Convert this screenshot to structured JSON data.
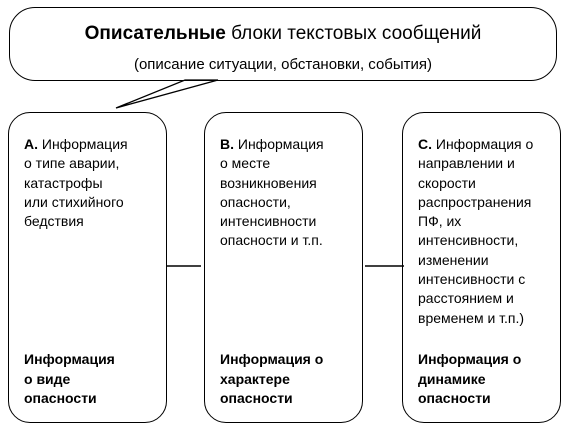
{
  "title": {
    "bold": "Описательные",
    "rest": " блоки текстовых сообщений",
    "subtitle": "(описание ситуации, обстановки, события)"
  },
  "blocks": [
    {
      "letter": "А.",
      "lines": [
        " Информация",
        "о типе аварии,",
        "катастрофы",
        "или стихийного",
        "бедствия"
      ],
      "summary": [
        "Информация",
        "о виде",
        "опасности"
      ]
    },
    {
      "letter": "В.",
      "lines": [
        " Информация",
        "о месте",
        "возникновения",
        "опасности,",
        "интенсивности",
        "опасности и т.п."
      ],
      "summary": [
        "Информация о",
        "характере",
        "опасности"
      ]
    },
    {
      "letter": "С.",
      "lines": [
        " Информация о",
        "направлении и",
        "скорости",
        "распространения",
        "ПФ, их",
        "интенсивности,",
        "изменении",
        "интенсивности с",
        "расстоянием и",
        "временем и т.п.)"
      ],
      "summary": [
        "Информация о",
        "динамике",
        "опасности"
      ]
    }
  ]
}
